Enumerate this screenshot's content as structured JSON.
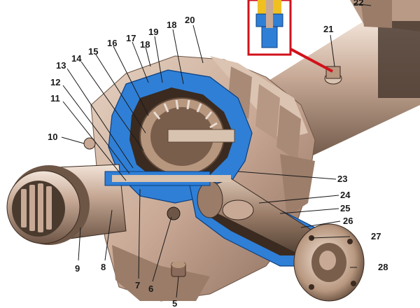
{
  "diagram": {
    "callouts": [
      {
        "id": "c22",
        "text": "22"
      },
      {
        "id": "c21",
        "text": "21"
      },
      {
        "id": "c20",
        "text": "20"
      },
      {
        "id": "c19",
        "text": "19"
      },
      {
        "id": "c18a",
        "text": "18"
      },
      {
        "id": "c18b",
        "text": "18"
      },
      {
        "id": "c17",
        "text": "17"
      },
      {
        "id": "c16",
        "text": "16"
      },
      {
        "id": "c15",
        "text": "15"
      },
      {
        "id": "c14",
        "text": "14"
      },
      {
        "id": "c13",
        "text": "13"
      },
      {
        "id": "c12",
        "text": "12"
      },
      {
        "id": "c11",
        "text": "11"
      },
      {
        "id": "c10",
        "text": "10"
      },
      {
        "id": "c9",
        "text": "9"
      },
      {
        "id": "c8",
        "text": "8"
      },
      {
        "id": "c7",
        "text": "7"
      },
      {
        "id": "c6",
        "text": "6"
      },
      {
        "id": "c5",
        "text": "5"
      },
      {
        "id": "c23",
        "text": "23"
      },
      {
        "id": "c24",
        "text": "24"
      },
      {
        "id": "c25",
        "text": "25"
      },
      {
        "id": "c26",
        "text": "26"
      },
      {
        "id": "c27",
        "text": "27"
      },
      {
        "id": "c28",
        "text": "28"
      }
    ],
    "colors": {
      "housing": "#c8a894",
      "housing_shadow": "#8a6a5a",
      "cutaway": "#2f7fd6",
      "inset_border": "#d0121b",
      "shaft_dark": "#5a4a3a",
      "metal_light": "#e8dcd2"
    }
  }
}
